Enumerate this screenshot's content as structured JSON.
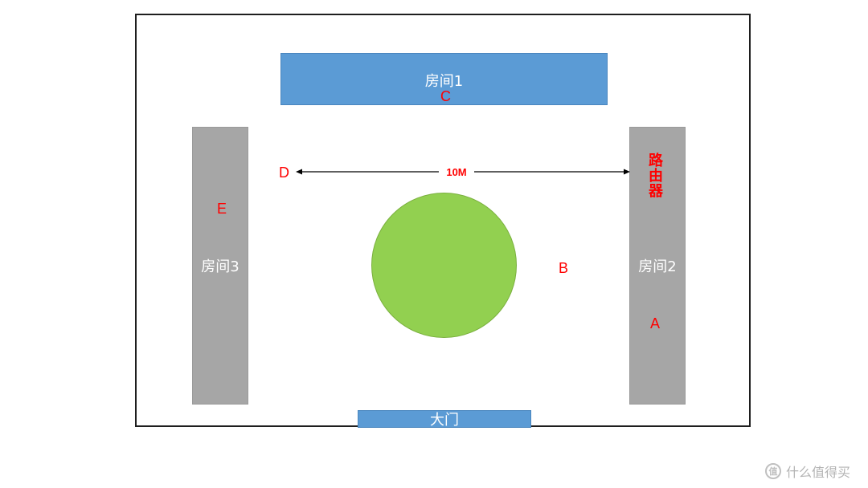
{
  "rooms": {
    "room1": "房间1",
    "room2": "房间2",
    "room3": "房间3",
    "door": "大门"
  },
  "markers": {
    "a": "A",
    "b": "B",
    "c": "C",
    "d": "D",
    "e": "E"
  },
  "router": "路由器",
  "distance_label": "10M",
  "watermark": {
    "icon": "值",
    "text": "什么值得买"
  },
  "colors": {
    "room_blue": "#5b9bd5",
    "room_gray": "#a6a6a6",
    "obstacle_green": "#92d050",
    "marker_red": "#ff0000"
  }
}
